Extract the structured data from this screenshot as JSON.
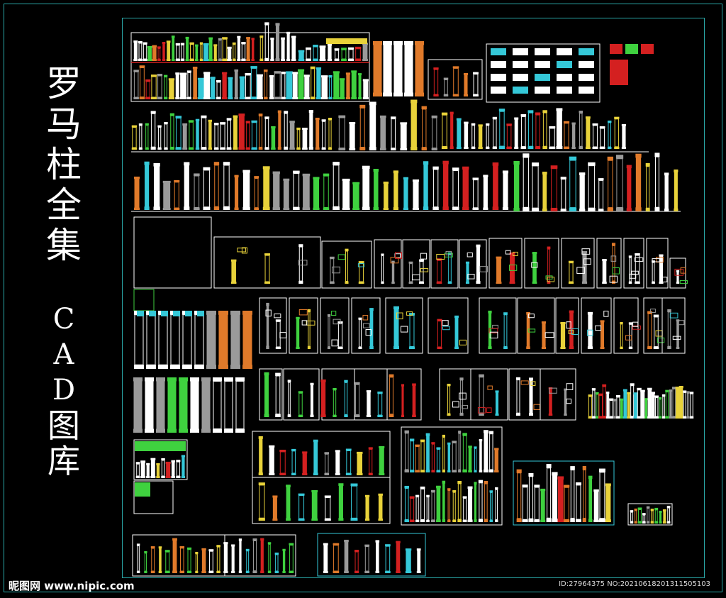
{
  "title": {
    "chars": [
      "罗",
      "马",
      "柱",
      "全",
      "集"
    ],
    "sub_chars": [
      "C",
      "A",
      "D",
      "图",
      "库"
    ]
  },
  "watermark": {
    "site": "昵图网 www.nipic.com",
    "id_line": "ID:27964375 NO:20210618201311505103"
  },
  "colors": {
    "frame": "#2aa8a8",
    "line": "#ffffff",
    "cyan": "#35c8d8",
    "green": "#3fd13f",
    "orange": "#e07a2a",
    "red": "#d42020",
    "yellow": "#e8d23a",
    "gray": "#9a9a9a"
  }
}
